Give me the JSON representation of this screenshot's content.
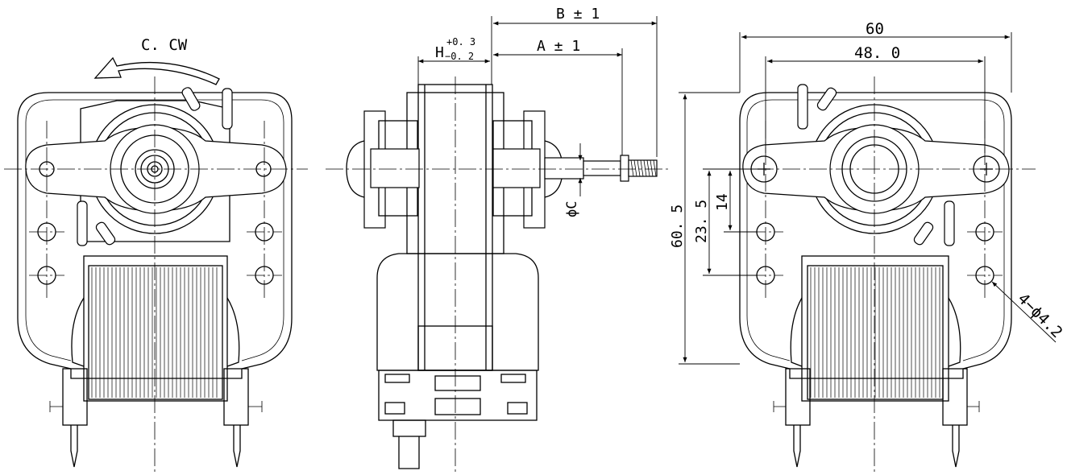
{
  "drawing": {
    "rotation_label": "C. CW",
    "dimensions": {
      "b_total": "B ± 1",
      "a_shaft": "A ± 1",
      "h_base": "H",
      "h_tol_plus": "+0. 3",
      "h_tol_minus": "−0. 2",
      "phi_c": "ϕC",
      "width_total": "60",
      "width_holes": "48. 0",
      "height_total": "60. 5",
      "height_mid": "23. 5",
      "height_small": "14",
      "holes": "4−ϕ4.2"
    }
  }
}
